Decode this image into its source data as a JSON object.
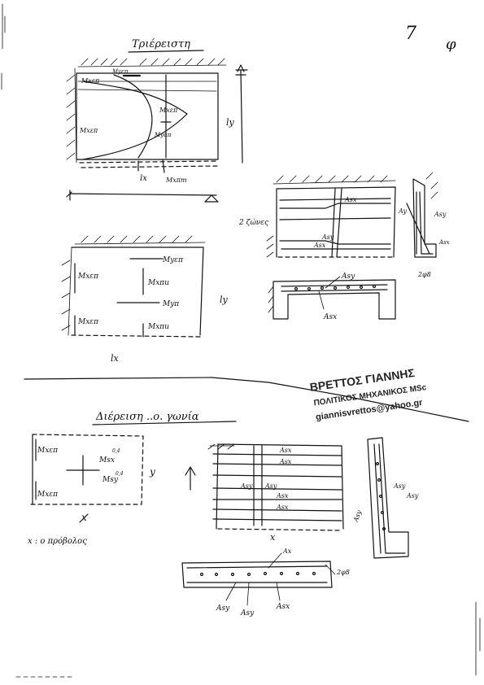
{
  "page": {
    "number": "7",
    "mark": "φ"
  },
  "section_top": {
    "title": "Τριέρειστη",
    "diagram1": {
      "labels": [
        "Μyεπ",
        "Μxεπ",
        "Μxεπ",
        "Μxεπ",
        "Μyαπ",
        "Μxπm",
        "lx",
        "ly"
      ]
    },
    "diagram2": {
      "labels": [
        "Μyεπ",
        "Μxεπ",
        "Μxπu",
        "Μyπ",
        "Μxεπ",
        "Μxπu",
        "ly",
        "lx"
      ]
    },
    "rebar_plan": {
      "labels": [
        "2 ζώνες",
        "Asx",
        "Asy",
        "Asx"
      ]
    },
    "rebar_section": {
      "labels": [
        "Asy",
        "Asx"
      ]
    },
    "edge_detail": {
      "labels": [
        "Ay",
        "Asy",
        "Asx",
        "2φ8"
      ]
    }
  },
  "stamp": {
    "name": "ΒΡΕΤΤΟΣ ΓΙΑΝΝΗΣ",
    "title": "ΠΟΛΙΤΙΚΟΣ ΜΗΧΑΝΙΚΟΣ MSc",
    "email": "giannisvrettos@yahoo.gr"
  },
  "section_bottom": {
    "title": "Διέρειση ..ο. γωνία",
    "diagram3": {
      "labels": [
        "Μxεπ",
        "Μxεπ",
        "Msx",
        "Msy",
        "0,4",
        "0,4",
        "y",
        "x"
      ]
    },
    "note": "x : ο πρόβολος",
    "rebar_plan": {
      "labels": [
        "Asx",
        "Asy",
        "Asy",
        "Asx",
        "Asx",
        "Asx",
        "x"
      ]
    },
    "rebar_section": {
      "labels": [
        "Ax",
        "2φ8",
        "Asy",
        "Asy",
        "Asx"
      ]
    },
    "edge_detail": {
      "labels": [
        "Asy",
        "Asy",
        "Asy"
      ]
    }
  }
}
